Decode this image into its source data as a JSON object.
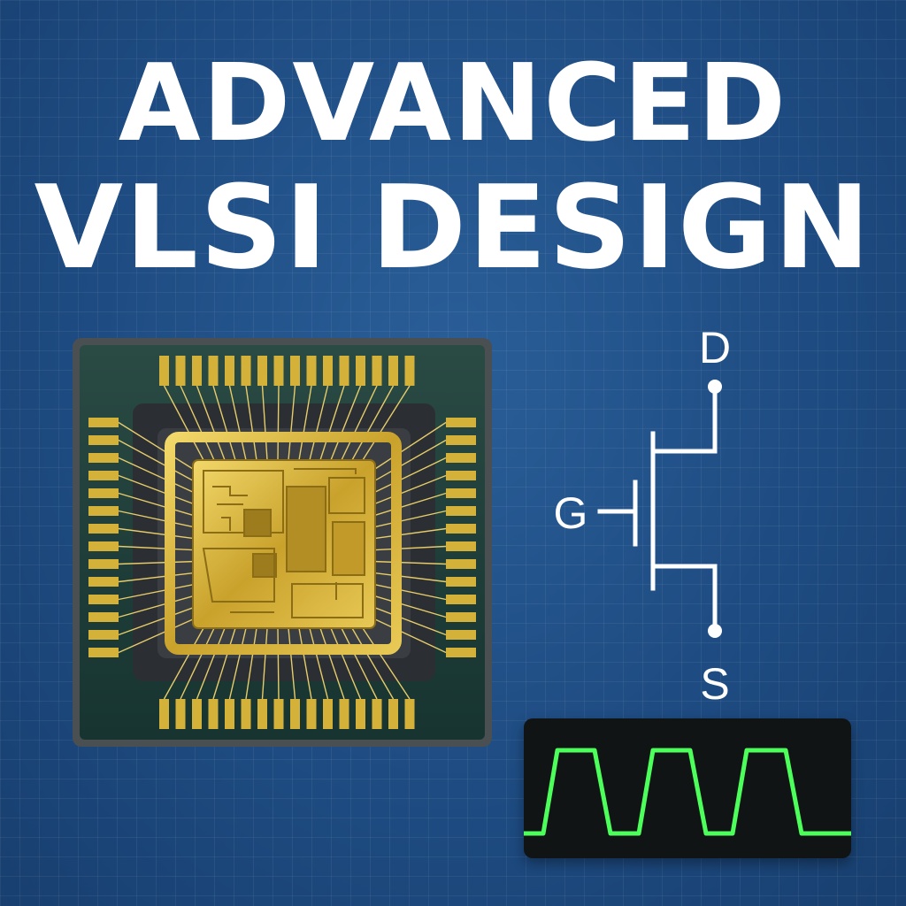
{
  "title": {
    "line1": "ADVANCED",
    "line2": "VLSI DESIGN"
  },
  "transistor": {
    "drain_label": "D",
    "gate_label": "G",
    "source_label": "S"
  },
  "colors": {
    "background": "#1f4f86",
    "gold": "#d4b23a",
    "substrate": "#1c3a3a",
    "signal": "#4cff5a"
  },
  "icons": {
    "chip": "ic-chip-illustration",
    "transistor": "mosfet-symbol",
    "scope": "oscilloscope-square-wave"
  }
}
